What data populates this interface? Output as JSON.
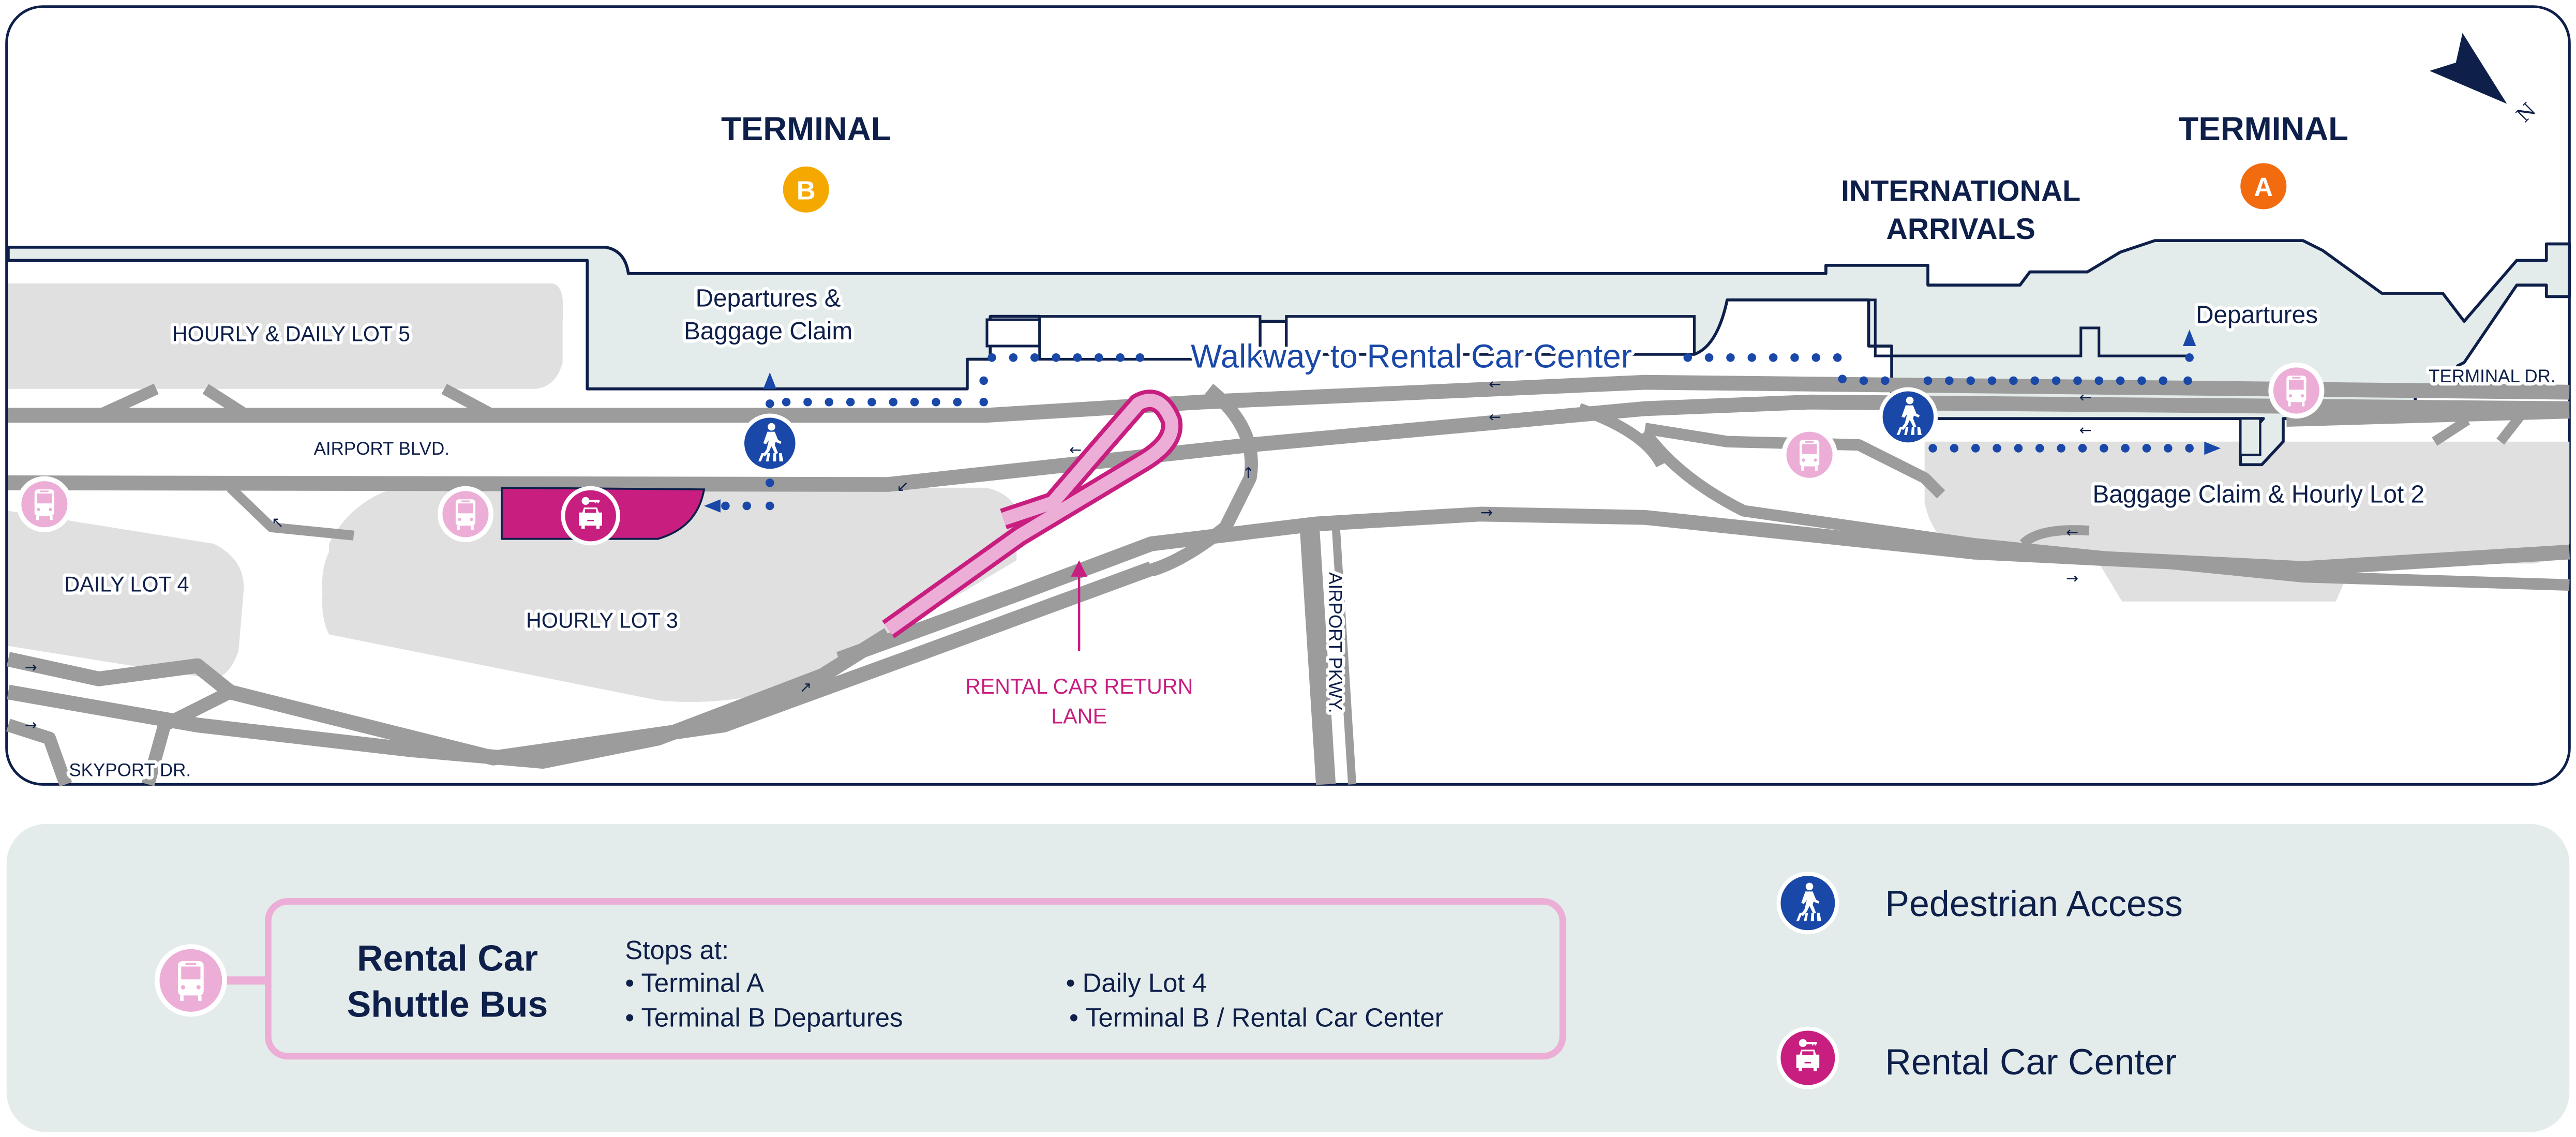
{
  "map": {
    "compass": {
      "label": "N",
      "icon": "north-arrow-icon"
    },
    "terminals": [
      {
        "id": "B",
        "title": "TERMINAL",
        "badge": "B",
        "badge_color": "#f5a800"
      },
      {
        "id": "A",
        "title": "TERMINAL",
        "badge": "A",
        "badge_color": "#f26b0f"
      }
    ],
    "international_arrivals": {
      "line1": "INTERNATIONAL",
      "line2": "ARRIVALS"
    },
    "terminal_b_zone": {
      "line1": "Departures &",
      "line2": "Baggage Claim"
    },
    "terminal_a_zone": {
      "label": "Departures"
    },
    "walkway_label": "Walkway to Rental Car Center",
    "lots": {
      "lot5": "HOURLY & DAILY LOT 5",
      "lot4": "DAILY LOT 4",
      "lot3": "HOURLY LOT 3",
      "lot2": "Baggage Claim & Hourly Lot 2"
    },
    "roads": {
      "airport_blvd": "AIRPORT BLVD.",
      "airport_pkwy": "AIRPORT PKWY.",
      "terminal_dr": "TERMINAL DR.",
      "skyport_dr": "SKYPORT DR."
    },
    "return_lane": {
      "line1": "RENTAL CAR RETURN",
      "line2": "LANE"
    },
    "colors": {
      "navy": "#0e1f4a",
      "walk_blue": "#1948a8",
      "rental_magenta": "#c81e80",
      "shuttle_pink": "#ecaed6",
      "terminal_fill": "#e3ecea",
      "lot_gray": "#e0e0e0",
      "road_gray": "#9c9c9c",
      "legend_bg": "#e3ecea"
    }
  },
  "legend": {
    "shuttle": {
      "title_line1": "Rental Car",
      "title_line2": "Shuttle Bus",
      "stops_heading": "Stops at:",
      "stops_col1": [
        "• Terminal A",
        "• Terminal B Departures"
      ],
      "stops_col2": [
        "• Daily Lot 4",
        "• Terminal B / Rental Car Center"
      ],
      "icon": "shuttle-bus-icon"
    },
    "items": [
      {
        "label": "Pedestrian Access",
        "icon": "pedestrian-crossing-icon"
      },
      {
        "label": "Rental Car Center",
        "icon": "rental-car-key-icon"
      }
    ]
  }
}
